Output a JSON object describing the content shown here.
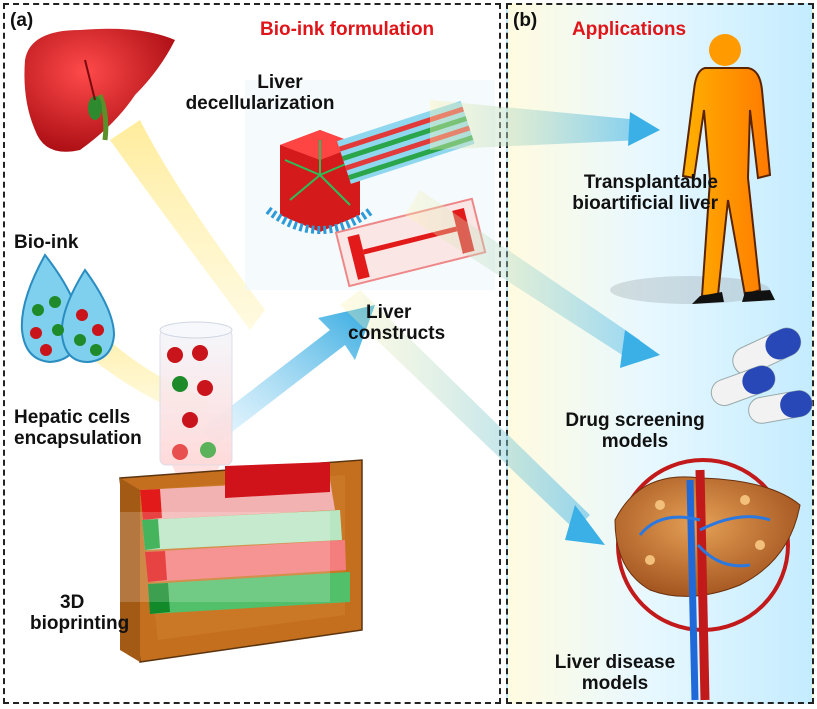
{
  "panel_a": {
    "tag": "(a)",
    "title": "Bio-ink formulation",
    "labels": {
      "liver_decell_1": "Liver",
      "liver_decell_2": "decellularization",
      "bioink": "Bio-ink",
      "hepatic_1": "Hepatic cells",
      "hepatic_2": "encapsulation",
      "bioprint_1": "3D",
      "bioprint_2": "bioprinting",
      "constructs_1": "Liver",
      "constructs_2": "constructs"
    }
  },
  "panel_b": {
    "tag": "(b)",
    "title": "Applications",
    "labels": {
      "transplant_1": "Transplantable",
      "transplant_2": "bioartificial liver",
      "drug_1": "Drug screening",
      "drug_2": "models",
      "disease_1": "Liver disease",
      "disease_2": "models"
    }
  },
  "colors": {
    "title_red": "#e0151a",
    "liver_red": "#c8141a",
    "cell_green": "#1f8a2a",
    "arrow_blue": "#2fa8e0",
    "printer_brown": "#c46f1e"
  }
}
